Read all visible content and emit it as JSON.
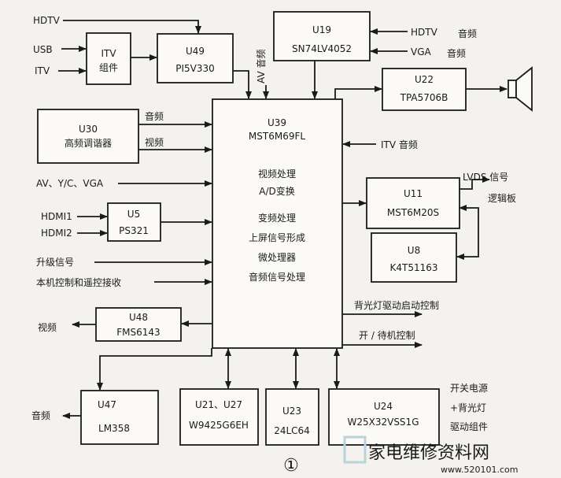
{
  "inputs": {
    "hdtv_top": "HDTV",
    "usb": "USB",
    "itv": "ITV",
    "av_vertical": "AV 音频",
    "hdtv_right": "HDTV",
    "vga_right": "VGA",
    "audio_1": "音频",
    "audio_2": "音频",
    "audio_u30": "音频",
    "video_u30": "视频",
    "av_yc_vga": "AV、Y/C、VGA",
    "hdmi1": "HDMI1",
    "hdmi2": "HDMI2",
    "upgrade_signal": "升级信号",
    "local_remote": "本机控制和遥控接收",
    "itv_audio": "ITV 音频"
  },
  "outputs": {
    "lvds_signal": "LVDS 信号",
    "logic_board": "逻辑板",
    "backlight_start": "背光灯驱动启动控制",
    "power_standby": "开 / 待机控制",
    "video_out": "视频",
    "audio_out": "音频",
    "psu_line1": "开关电源",
    "psu_line2": "+背光灯",
    "psu_line3": "驱动组件"
  },
  "blocks": {
    "itv": {
      "line1": "ITV",
      "line2": "组件"
    },
    "u49": {
      "name": "U49",
      "part": "PI5V330"
    },
    "u19": {
      "name": "U19",
      "part": "SN74LV4052"
    },
    "u22": {
      "name": "U22",
      "part": "TPA5706B"
    },
    "u30": {
      "name": "U30",
      "part": "高频调谐器"
    },
    "u39": {
      "name": "U39",
      "part": "MST6M69FL",
      "functions": [
        "视频处理",
        "A/D变换",
        "变频处理",
        "上屏信号形成",
        "微处理器",
        "音频信号处理"
      ]
    },
    "u5": {
      "name": "U5",
      "part": "PS321"
    },
    "u11": {
      "name": "U11",
      "part": "MST6M20S"
    },
    "u8": {
      "name": "U8",
      "part": "K4T51163"
    },
    "u48": {
      "name": "U48",
      "part": "FMS6143"
    },
    "u47": {
      "name": "U47",
      "part": "LM358"
    },
    "u21": {
      "name": "U21、U27",
      "part": "W9425G6EH"
    },
    "u23": {
      "name": "U23",
      "part": "24LC64"
    },
    "u24": {
      "name": "U24",
      "part": "W25X32VSS1G"
    }
  },
  "figure_number": "①",
  "watermark": {
    "main": "家电维修资料网",
    "url": "www.520101.com"
  },
  "colors": {
    "line": "#1a1a1a",
    "background": "#f4f2ee",
    "watermark": "#b9d3dd"
  },
  "icons": [
    "speaker-icon"
  ]
}
